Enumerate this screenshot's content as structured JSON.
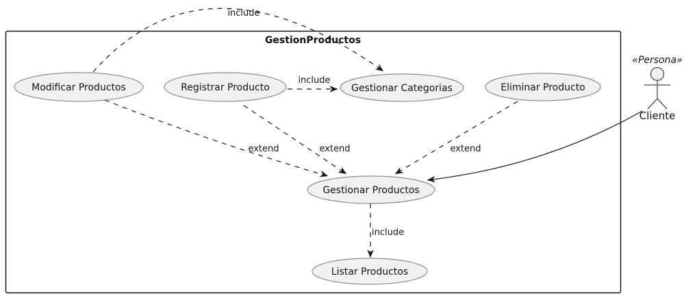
{
  "frame": {
    "title": "GestionProductos"
  },
  "usecases": {
    "modificar": {
      "label": "Modificar Productos"
    },
    "registrar": {
      "label": "Registrar Producto"
    },
    "categorias": {
      "label": "Gestionar Categorias"
    },
    "eliminar": {
      "label": "Eliminar Producto"
    },
    "gestionar": {
      "label": "Gestionar Productos"
    },
    "listar": {
      "label": "Listar Productos"
    }
  },
  "actor": {
    "stereotype": "«Persona»",
    "name": "Cliente"
  },
  "edges": {
    "modificar_categorias": {
      "label": "include",
      "type": "include",
      "style": "dashed"
    },
    "registrar_categorias": {
      "label": "include",
      "type": "include",
      "style": "dashed"
    },
    "modificar_gestionar": {
      "label": "extend",
      "type": "extend",
      "style": "dashed"
    },
    "registrar_gestionar": {
      "label": "extend",
      "type": "extend",
      "style": "dashed"
    },
    "eliminar_gestionar": {
      "label": "extend",
      "type": "extend",
      "style": "dashed"
    },
    "gestionar_listar": {
      "label": "include",
      "type": "include",
      "style": "dashed"
    },
    "cliente_gestionar": {
      "label": "",
      "type": "association",
      "style": "solid"
    }
  },
  "colors": {
    "usecase_fill": "#f1f1f1",
    "usecase_stroke": "#8c8c8c",
    "actor_fill": "#f1f1f1",
    "line": "#181818",
    "background": "#ffffff"
  }
}
